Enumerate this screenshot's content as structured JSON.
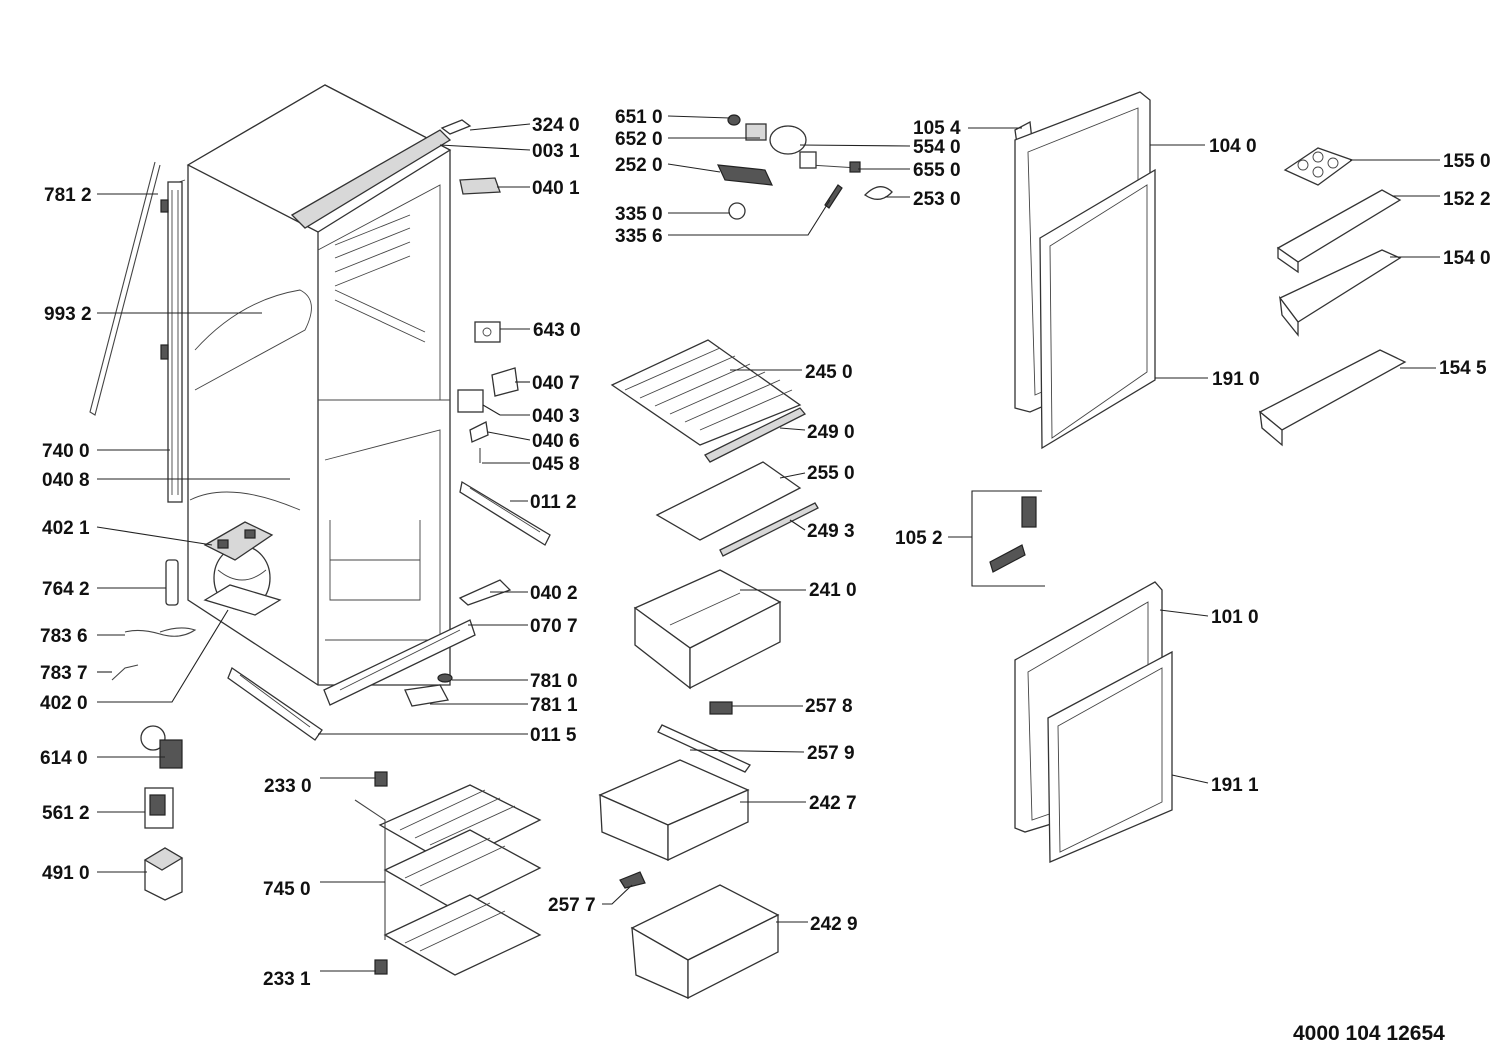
{
  "document_number": "4000 104 12654",
  "parts": {
    "p3240": "324 0",
    "p0031": "003 1",
    "p0401": "040 1",
    "p7812": "781 2",
    "p9932": "993 2",
    "p6430": "643 0",
    "p0407": "040 7",
    "p0403": "040 3",
    "p0406": "040 6",
    "p0458": "045 8",
    "p7400": "740 0",
    "p0408": "040 8",
    "p0112": "011 2",
    "p4021": "402 1",
    "p7642": "764 2",
    "p0402": "040 2",
    "p0707": "070 7",
    "p7836": "783 6",
    "p7837": "783 7",
    "p7810": "781 0",
    "p7811": "781 1",
    "p4020": "402 0",
    "p0115": "011 5",
    "p6140": "614 0",
    "p5612": "561 2",
    "p4910": "491 0",
    "p2330": "233 0",
    "p7450": "745 0",
    "p2331": "233 1",
    "p6510": "651 0",
    "p6520": "652 0",
    "p2520": "252 0",
    "p3350": "335 0",
    "p3356": "335 6",
    "p1054": "105 4",
    "p5540": "554 0",
    "p6550": "655 0",
    "p2530": "253 0",
    "p2450": "245 0",
    "p2490": "249 0",
    "p2550": "255 0",
    "p2493": "249 3",
    "p2410": "241 0",
    "p2578": "257 8",
    "p2579": "257 9",
    "p2427": "242 7",
    "p2577": "257 7",
    "p2429": "242 9",
    "p1040": "104 0",
    "p1910": "191 0",
    "p1052": "105 2",
    "p1010": "101 0",
    "p1911": "191 1",
    "p1550": "155 0",
    "p1522": "152 2",
    "p1540": "154 0",
    "p1545": "154 5"
  }
}
